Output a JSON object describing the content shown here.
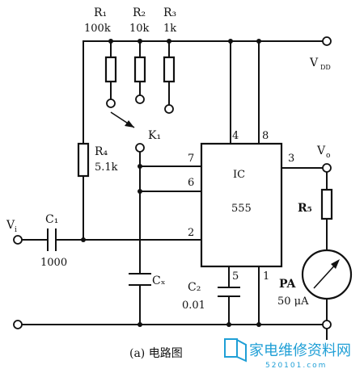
{
  "labels": {
    "r1_top": "R₁",
    "r1_top_val": "100k",
    "r2": "R₂",
    "r2_val": "10k",
    "r3": "R₃",
    "r3_val": "1k",
    "vdd": "V",
    "vdd_sub": "DD",
    "k1": "K₁",
    "r4": "R₄",
    "r4_val": "5.1k",
    "ic_title": "IC",
    "ic_part": "555",
    "pin4": "4",
    "pin8": "8",
    "pin7": "7",
    "pin6": "6",
    "pin2": "2",
    "pin3": "3",
    "pin5": "5",
    "pin1": "1",
    "vo": "V",
    "vo_sub": "o",
    "r5": "R₅",
    "vi": "V",
    "vi_sub": "i",
    "c1": "C₁",
    "c1_val": "1000",
    "cx": "Cₓ",
    "c2": "C₂",
    "c2_val": "0.01",
    "pa": "PA",
    "pa_val": "50 μA",
    "caption": "(a) 电路图"
  },
  "watermark": {
    "title": "家电维修资料网",
    "url": "520101.com"
  },
  "colors": {
    "ink": "#111111",
    "watermark": "#1f9fd6"
  }
}
